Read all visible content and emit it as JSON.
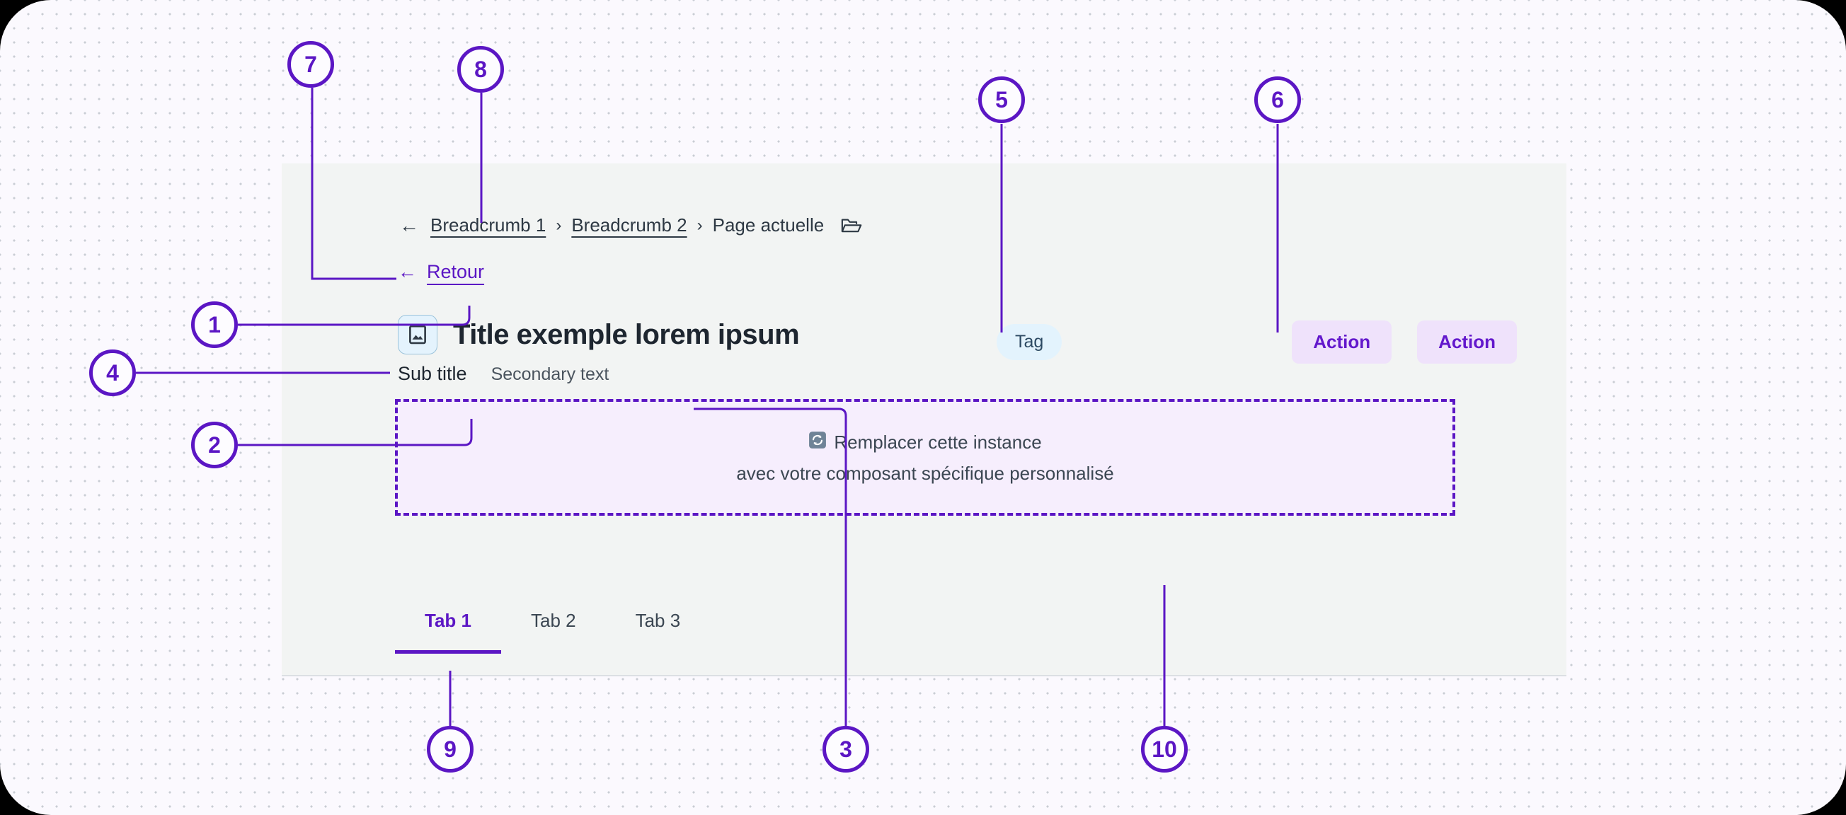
{
  "breadcrumb": {
    "back_arrow": "←",
    "items": [
      {
        "label": "Breadcrumb 1",
        "type": "link"
      },
      {
        "label": "Breadcrumb 2",
        "type": "link"
      },
      {
        "label": "Page actuelle",
        "type": "current"
      }
    ],
    "separator": "›",
    "folder_icon": "folder-open-icon"
  },
  "back_link": {
    "arrow": "←",
    "label": "Retour"
  },
  "header": {
    "icon": "image-icon",
    "title": "Title exemple lorem ipsum",
    "sub_title": "Sub title",
    "secondary_text": "Secondary text",
    "tag": "Tag",
    "actions": [
      {
        "label": "Action"
      },
      {
        "label": "Action"
      }
    ]
  },
  "placeholder": {
    "icon": "replace-icon",
    "line1": "Remplacer cette instance",
    "line2": "avec votre composant spécifique personnalisé"
  },
  "tabs": [
    {
      "label": "Tab 1",
      "active": true
    },
    {
      "label": "Tab 2",
      "active": false
    },
    {
      "label": "Tab 3",
      "active": false
    }
  ],
  "annotations": [
    {
      "number": "1",
      "target": "header-title"
    },
    {
      "number": "2",
      "target": "sub-title"
    },
    {
      "number": "3",
      "target": "secondary-text"
    },
    {
      "number": "4",
      "target": "title-icon"
    },
    {
      "number": "5",
      "target": "tag"
    },
    {
      "number": "6",
      "target": "actions"
    },
    {
      "number": "7",
      "target": "back-link"
    },
    {
      "number": "8",
      "target": "breadcrumb"
    },
    {
      "number": "9",
      "target": "tabs"
    },
    {
      "number": "10",
      "target": "placeholder"
    }
  ],
  "colors": {
    "accent": "#5b16c4",
    "panel_bg": "#f2f4f3",
    "canvas_bg": "#fbf9fe",
    "tag_bg": "#e3f3fd",
    "action_bg": "#efe2fb",
    "placeholder_bg": "#f6eefd",
    "title_icon_bg": "#e4f3fd"
  }
}
